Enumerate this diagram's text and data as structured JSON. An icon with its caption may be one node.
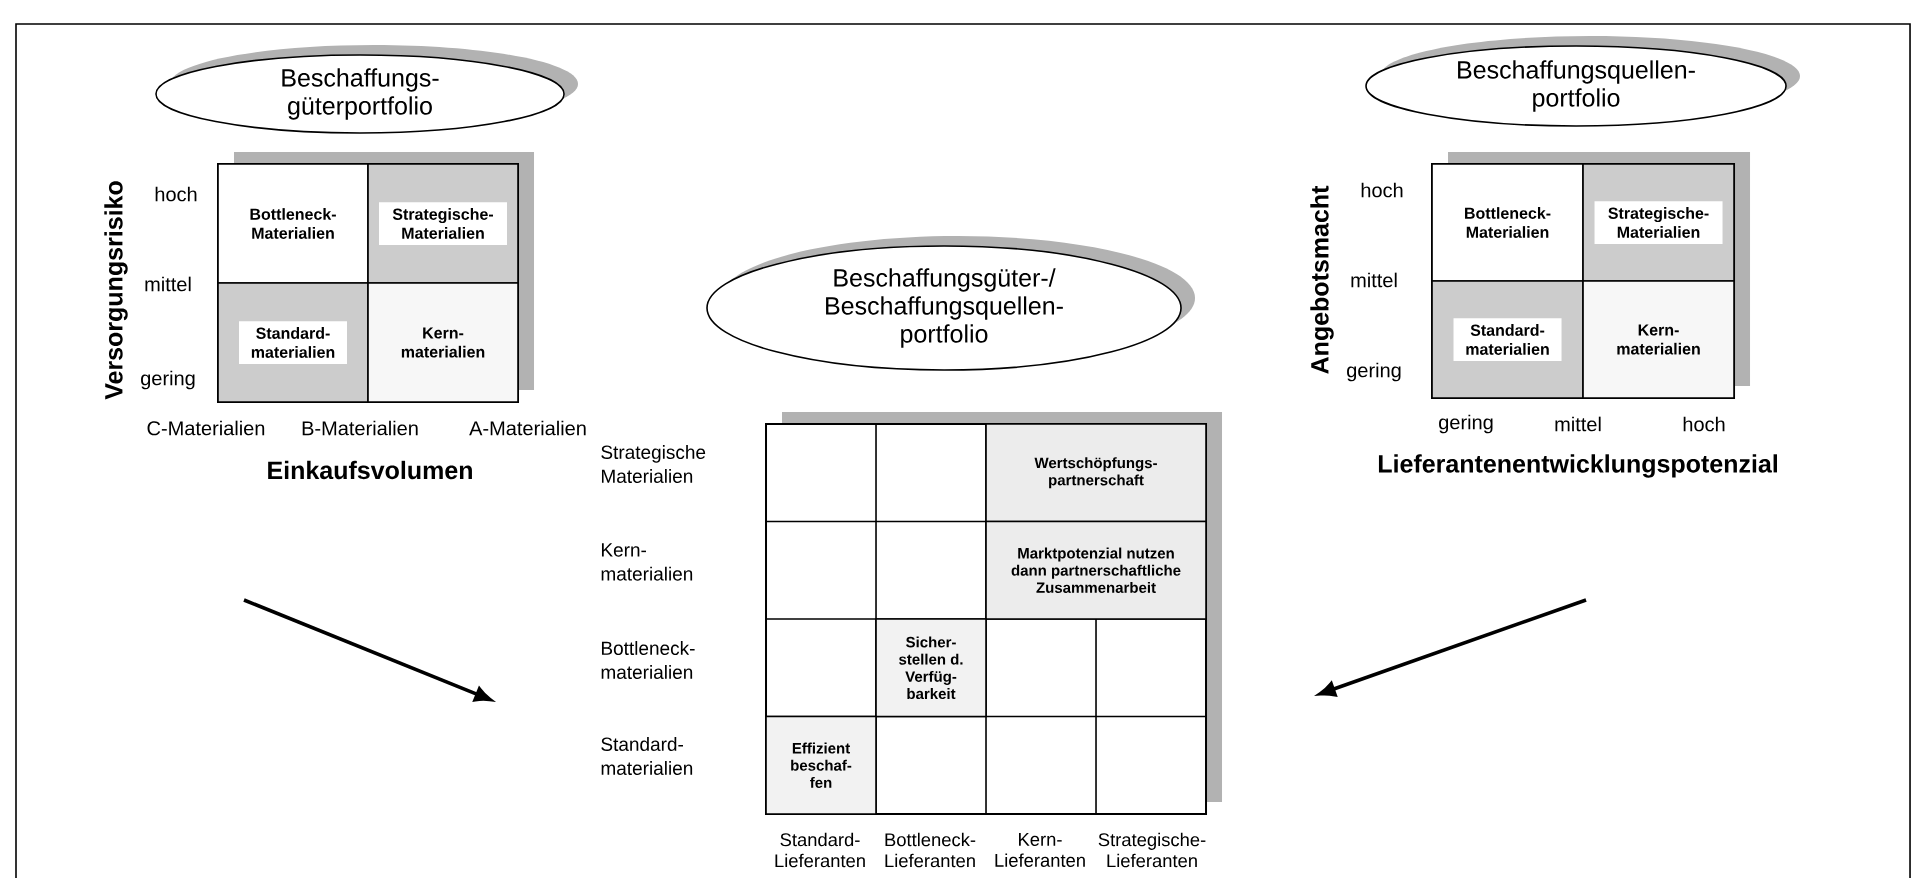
{
  "diagram": {
    "nodes": [
      {
        "text": [
          "Beschaffungs- güterportfolio"
        ]
      },
      {
        "text": [],
        "shape": "box"
      },
      {
        "text": [
          "Bottleneck- Materialien"
        ],
        "in": 1
      },
      {
        "text": [
          "Strategische- Materialien"
        ],
        "in": 1
      },
      {
        "text": [
          "Standard- materialien"
        ],
        "in": 1
      },
      {
        "text": [
          "Kern- materialien"
        ],
        "in": 1
      },
      {
        "text": [
          "Beschaffungsgüter-/ Beschaffungsquellen- portfolio"
        ]
      },
      {
        "text": [],
        "shape": "box"
      },
      {
        "text": [
          "Wertschöpfungs- partnerschaft"
        ],
        "in": 7
      },
      {
        "text": [
          "Marktpotenzial nutzen dann partnerschaftliche Zusammenarbeit"
        ],
        "in": 7
      },
      {
        "text": [
          "Sicher- stellen d. Verfüg- barkeit"
        ],
        "in": 7
      },
      {
        "text": [
          "Effizient beschaf- fen"
        ],
        "in": 7
      },
      {
        "text": [
          "Beschaffungsquellen- portfolio"
        ]
      },
      {
        "text": [],
        "shape": "box"
      },
      {
        "text": [
          "Bottleneck- Materialien"
        ],
        "in": 13
      },
      {
        "text": [
          "Strategische- Materialien"
        ],
        "in": 13
      },
      {
        "text": [
          "Standard- materialien"
        ],
        "in": 13
      },
      {
        "text": [
          "Kern- materialien"
        ],
        "in": 13
      }
    ],
    "labels": [
      "Versorgungsrisiko",
      "hoch",
      "mittel",
      "gering",
      "C-Materialien",
      "B-Materialien",
      "A-Materialien",
      "Einkaufsvolumen",
      "Angebotsmacht",
      "hoch",
      "mittel",
      "gering",
      "gering",
      "mittel",
      "hoch",
      "Lieferantenentwicklungspotenzial",
      "Strategische Materialien",
      "Kern- materialien",
      "Bottleneck- materialien",
      "Standard- materialien",
      "Standard- Lieferanten",
      "Bottleneck- Lieferanten",
      "Kern- Lieferanten",
      "Strategische- Lieferanten"
    ]
  }
}
